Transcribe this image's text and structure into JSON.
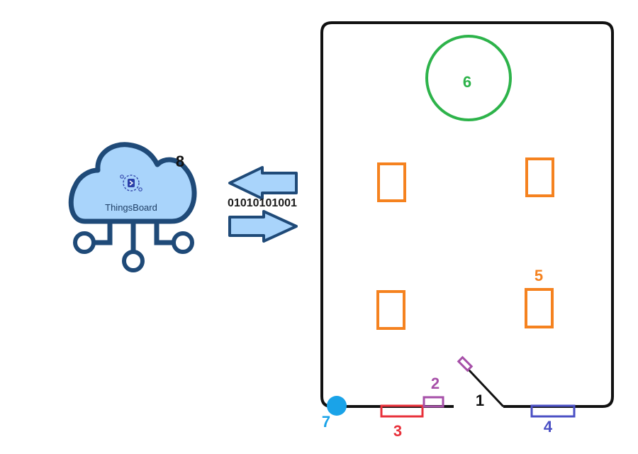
{
  "diagram": {
    "cloud": {
      "label": "ThingsBoard",
      "number": "8",
      "icon": "thingsboard-logo-icon",
      "fill": "#a9d4fb",
      "stroke": "#1f4a78"
    },
    "binary_text": "01010101001",
    "arrows": {
      "fill": "#a9d4fb",
      "stroke": "#1f4a78",
      "icons": [
        "arrow-left-icon",
        "arrow-right-icon"
      ]
    },
    "room": {
      "stroke": "#111111"
    },
    "labels": {
      "door_pivot": {
        "text": "1",
        "color": "#111111"
      },
      "door_sensor": {
        "text": "2",
        "color": "#a64fa8"
      },
      "red_sensor": {
        "text": "3",
        "color": "#e8303a"
      },
      "blue_sensor": {
        "text": "4",
        "color": "#4a4fc4"
      },
      "orange_sensor": {
        "text": "5",
        "color": "#f5821f"
      },
      "green_circle": {
        "text": "6",
        "color": "#2db34a"
      },
      "cyan_dot": {
        "text": "7",
        "color": "#1aa3e8"
      }
    }
  }
}
